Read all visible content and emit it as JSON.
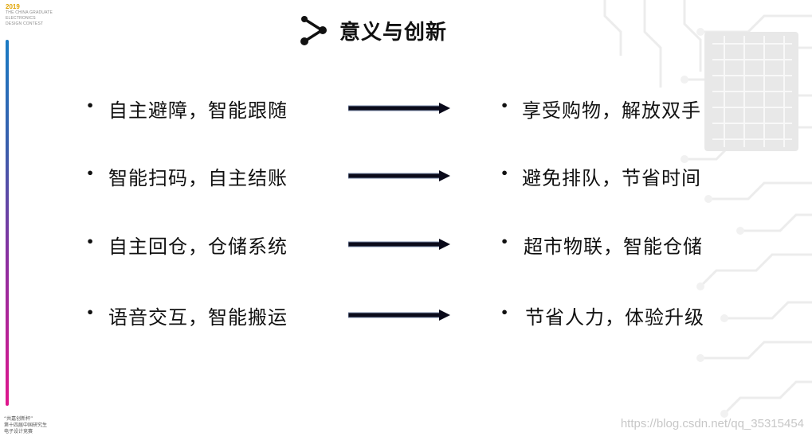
{
  "badge": {
    "year": "2019",
    "lines": [
      "THE CHINA GRADUATE",
      "ELECTRONICS",
      "DESIGN CONTEST"
    ]
  },
  "footer": {
    "lines": [
      "“共嘉创新杯”",
      "第十四届中国研究生",
      "电子设计竞赛"
    ]
  },
  "title": "意义与创新",
  "rows": [
    {
      "left": "自主避障，智能跟随",
      "right": "享受购物，解放双手"
    },
    {
      "left": "智能扫码，自主结账",
      "right": "避免排队，节省时间"
    },
    {
      "left": "自主回仓，仓储系统",
      "right": "超市物联，智能仓储"
    },
    {
      "left": "语音交互，智能搬运",
      "right": "节省人力，体验升级"
    }
  ],
  "bullet_char": "•",
  "watermark": "https://blog.csdn.net/qq_35315454",
  "colors": {
    "accent_gradient_top": "#1a7bc4",
    "accent_gradient_bottom": "#e0168c",
    "badge_year": "#e0a300",
    "arrow": "#0a0a1a"
  }
}
